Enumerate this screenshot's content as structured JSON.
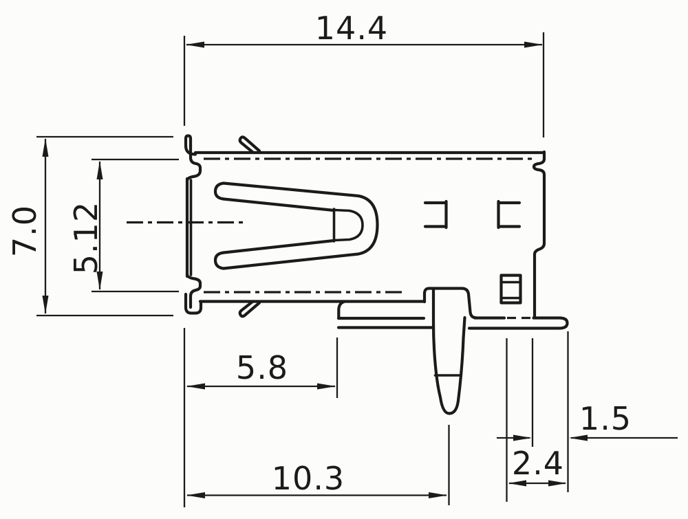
{
  "drawing": {
    "kind": "technical-dimension-drawing",
    "colors": {
      "ink": "#1b1b1b",
      "paper": "#fcfcfa"
    },
    "dimensions": {
      "overall_length": {
        "value": "14.4"
      },
      "overall_height": {
        "value": "7.0"
      },
      "opening_height": {
        "value": "5.12"
      },
      "shell_front_depth": {
        "value": "5.8"
      },
      "pin_position": {
        "value": "10.3"
      },
      "pin_spacing": {
        "value": "2.4"
      },
      "rear_offset": {
        "value": "1.5"
      }
    }
  }
}
